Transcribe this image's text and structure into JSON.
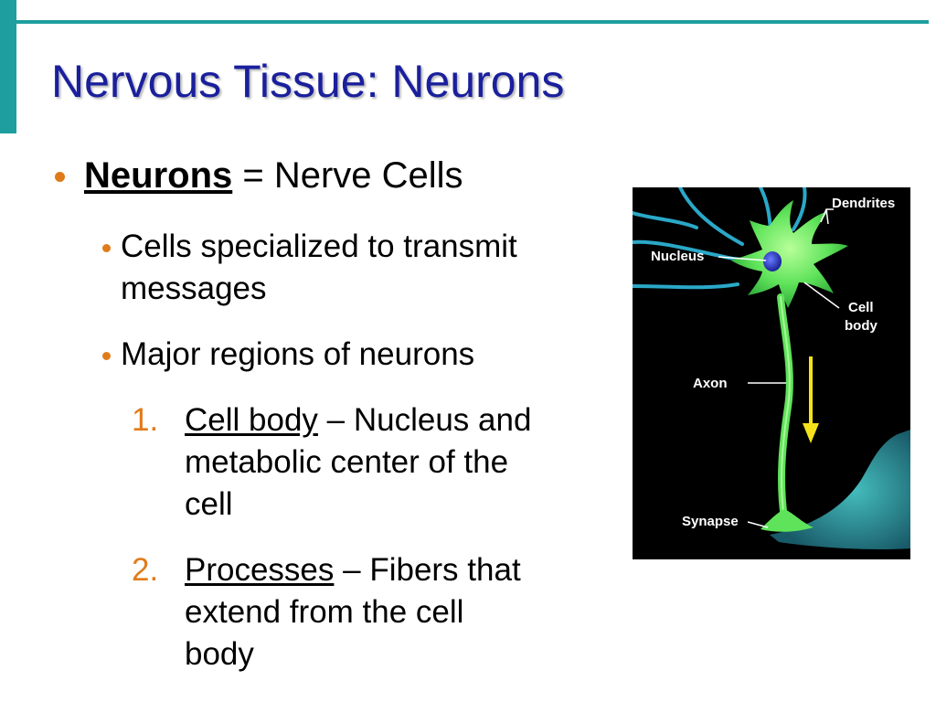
{
  "slide": {
    "title": "Nervous Tissue: Neurons"
  },
  "content": {
    "item1": {
      "term": "Neurons",
      "rest": " = Nerve Cells"
    },
    "sub1": {
      "line1": "Cells specialized to transmit",
      "line2": "messages"
    },
    "sub2": {
      "text": "Major regions of neurons"
    },
    "list": [
      {
        "number": "1.",
        "term": "Cell body",
        "line1_rest": " – Nucleus and",
        "line2": "metabolic center of the",
        "line3": "cell"
      },
      {
        "number": "2.",
        "term": "Processes",
        "line1_rest": " – Fibers that",
        "line2": "extend from the cell",
        "line3": "body"
      }
    ]
  },
  "figure": {
    "labels": {
      "dendrites": "Dendrites",
      "nucleus": "Nucleus",
      "cell_body_line1": "Cell",
      "cell_body_line2": "body",
      "axon": "Axon",
      "synapse": "Synapse"
    }
  },
  "colors": {
    "title": "#1a1f9c",
    "accent": "#1e9e9e",
    "bullet": "#e07b1a",
    "neuron": "#5fe35a",
    "dendrite_blue": "#2aa8c8",
    "arrow": "#f5e21a"
  }
}
